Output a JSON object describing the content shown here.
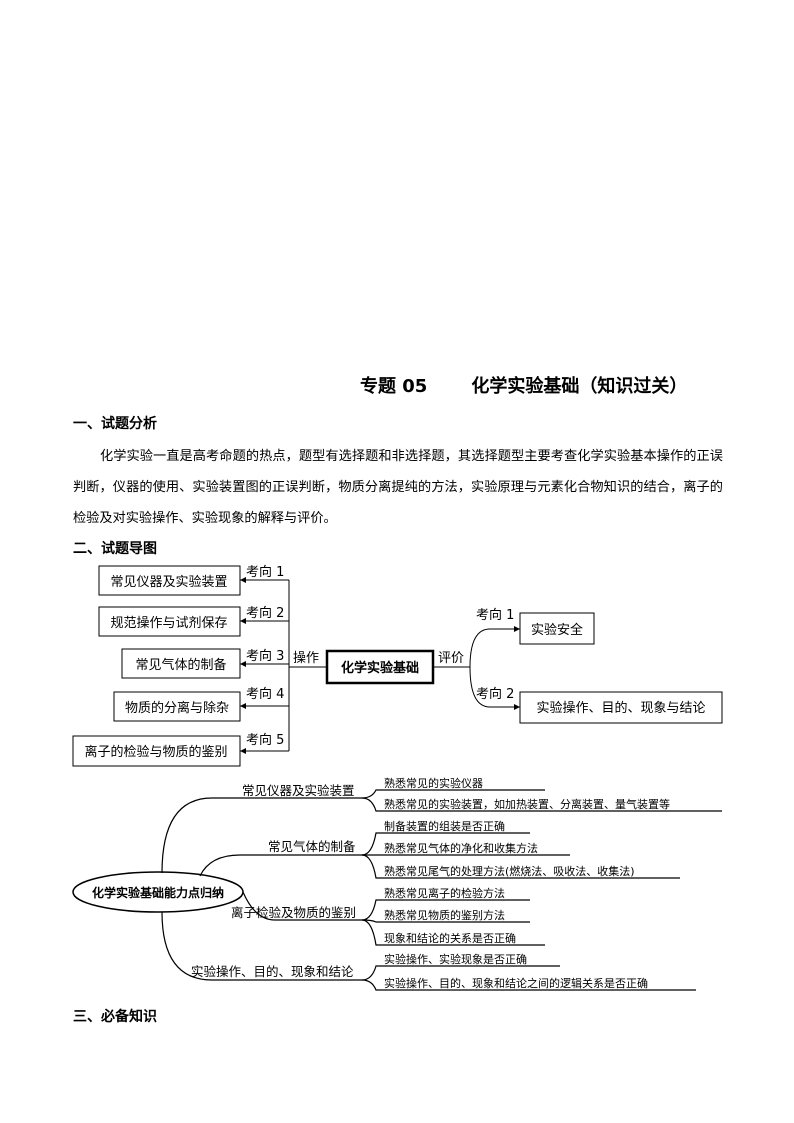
{
  "title": {
    "topic": "专题 05",
    "name": "化学实验基础（知识过关）"
  },
  "section1": {
    "heading": "一、试题分析",
    "text": "化学实验一直是高考命题的热点，题型有选择题和非选择题，其选择题型主要考查化学实验基本操作的正误判断，仪器的使用、实验装置图的正误判断，物质分离提纯的方法，实验原理与元素化合物知识的结合，离子的检验及对实验操作、实验现象的解释与评价。"
  },
  "section2": {
    "heading": "二、试题导图"
  },
  "map1": {
    "center": "化学实验基础",
    "left_branch": "操作",
    "right_branch": "评价",
    "left_items": [
      {
        "dir": "考向 1",
        "label": "常见仪器及实验装置"
      },
      {
        "dir": "考向 2",
        "label": "规范操作与试剂保存"
      },
      {
        "dir": "考向 3",
        "label": "常见气体的制备"
      },
      {
        "dir": "考向 4",
        "label": "物质的分离与除杂"
      },
      {
        "dir": "考向 5",
        "label": "离子的检验与物质的鉴别"
      }
    ],
    "right_items": [
      {
        "dir": "考向 1",
        "label": "实验安全"
      },
      {
        "dir": "考向 2",
        "label": "实验操作、目的、现象与结论"
      }
    ]
  },
  "map2": {
    "root": "化学实验基础能力点归纳",
    "groups": [
      {
        "label": "常见仪器及实验装置",
        "leaves": [
          "熟悉常见的实验仪器",
          "熟悉常见的实验装置，如加热装置、分离装置、量气装置等"
        ]
      },
      {
        "label": "常见气体的制备",
        "leaves": [
          "制备装置的组装是否正确",
          "熟悉常见气体的净化和收集方法",
          "熟悉常见尾气的处理方法(燃烧法、吸收法、收集法)"
        ]
      },
      {
        "label": "离子检验及物质的鉴别",
        "leaves": [
          "熟悉常见离子的检验方法",
          "熟悉常见物质的鉴别方法",
          "现象和结论的关系是否正确"
        ]
      },
      {
        "label": "实验操作、目的、现象和结论",
        "leaves": [
          "实验操作、实验现象是否正确",
          "实验操作、目的、现象和结论之间的逻辑关系是否正确"
        ]
      }
    ]
  },
  "section3": {
    "heading": "三、必备知识"
  }
}
